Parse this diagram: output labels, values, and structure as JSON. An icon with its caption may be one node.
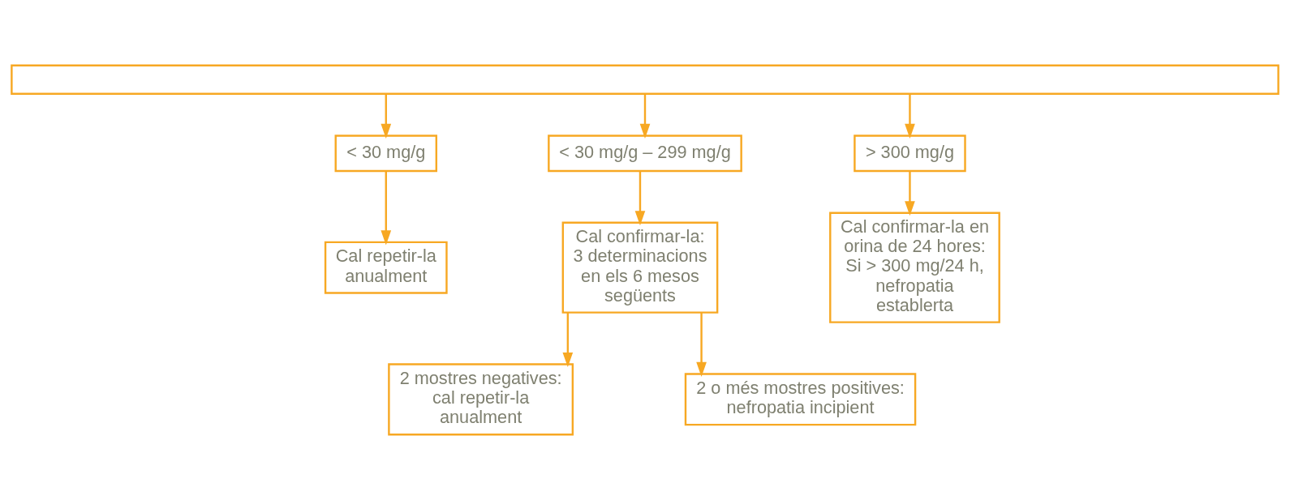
{
  "diagram": {
    "nodes": [
      {
        "text": [],
        "shape": "box"
      },
      {
        "text": [
          "< 30 mg/g"
        ]
      },
      {
        "text": [
          "< 30 mg/g – 299 mg/g"
        ]
      },
      {
        "text": [
          "> 300 mg/g"
        ]
      },
      {
        "text": [
          "Cal repetir-la anualment"
        ]
      },
      {
        "text": [
          "Cal confirmar-la: 3 determinacions en els 6 mesos següents"
        ]
      },
      {
        "text": [
          "Cal confirmar-la en orina de 24 hores: Si > 300 mg/24 h, nefropatia establerta"
        ]
      },
      {
        "text": [
          "2 mostres negatives: cal repetir-la anualment"
        ]
      },
      {
        "text": [
          "2 o més mostres positives: nefropatia incipient"
        ]
      }
    ],
    "edges": [
      {
        "from": 0,
        "to": 1,
        "arrow": "to"
      },
      {
        "from": 0,
        "to": 2,
        "arrow": "to"
      },
      {
        "from": 0,
        "to": 3,
        "arrow": "to"
      },
      {
        "from": 1,
        "to": 4,
        "arrow": "to"
      },
      {
        "from": 2,
        "to": 5,
        "arrow": "to"
      },
      {
        "from": 3,
        "to": 6,
        "arrow": "to"
      },
      {
        "from": 5,
        "to": 7,
        "arrow": "to"
      },
      {
        "from": 5,
        "to": 8,
        "arrow": "to"
      }
    ]
  }
}
